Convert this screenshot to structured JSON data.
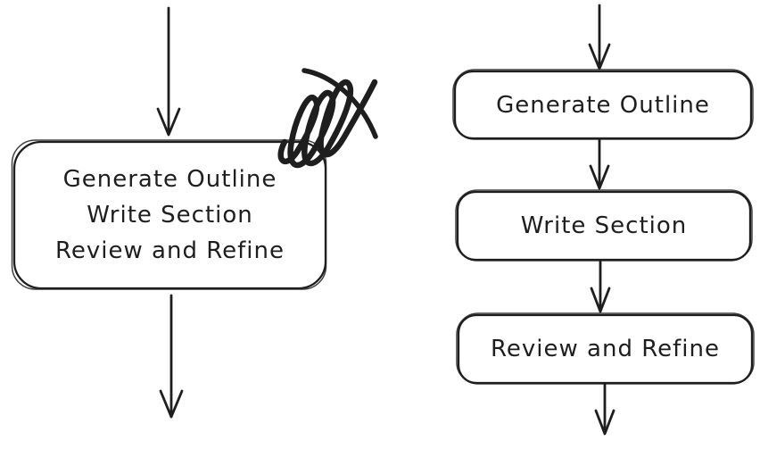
{
  "canvas": {
    "background": "#ffffff",
    "ink": "#1e1e1e"
  },
  "left_flow": {
    "node_lines": [
      "Generate Outline",
      "Write Section",
      "Review and Refine"
    ]
  },
  "right_flow": {
    "nodes": [
      {
        "label": "Generate Outline"
      },
      {
        "label": "Write Section"
      },
      {
        "label": "Review and Refine"
      }
    ]
  },
  "icons": {
    "scribble": "scribble-mark"
  }
}
